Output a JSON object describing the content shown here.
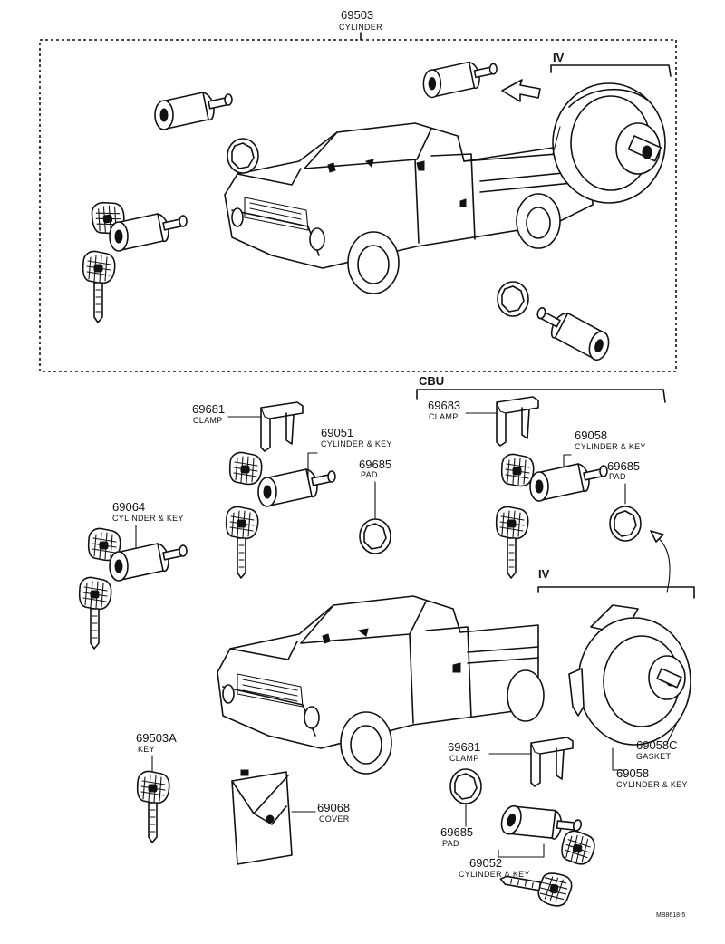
{
  "parts": {
    "p69503": {
      "number": "69503",
      "name": "CYLINDER"
    },
    "p69681a": {
      "number": "69681",
      "name": "CLAMP"
    },
    "p69051": {
      "number": "69051",
      "name": "CYLINDER & KEY"
    },
    "p69685a": {
      "number": "69685",
      "name": "PAD"
    },
    "p69683": {
      "number": "69683",
      "name": "CLAMP"
    },
    "p69058a": {
      "number": "69058",
      "name": "CYLINDER & KEY"
    },
    "p69685b": {
      "number": "69685",
      "name": "PAD"
    },
    "p69064": {
      "number": "69064",
      "name": "CYLINDER & KEY"
    },
    "p69058C": {
      "number": "69058C",
      "name": "GASKET"
    },
    "p69058b": {
      "number": "69058",
      "name": "CYLINDER & KEY"
    },
    "p69503A": {
      "number": "69503A",
      "name": "KEY"
    },
    "p69068": {
      "number": "69068",
      "name": "COVER"
    },
    "p69681b": {
      "number": "69681",
      "name": "CLAMP"
    },
    "p69685c": {
      "number": "69685",
      "name": "PAD"
    },
    "p69052": {
      "number": "69052",
      "name": "CYLINDER & KEY"
    }
  },
  "group_labels": {
    "top_iv": "IV",
    "cbu": "CBU",
    "bottom_iv": "IV"
  },
  "figure_code": "MB8618-5"
}
